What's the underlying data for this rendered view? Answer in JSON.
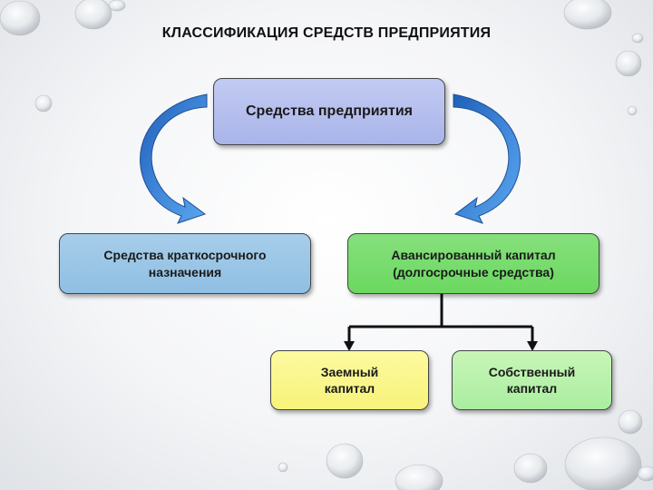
{
  "title": "КЛАССИФИКАЦИЯ СРЕДСТВ ПРЕДПРИЯТИЯ",
  "nodes": {
    "root": {
      "label": "Средства  предприятия",
      "color": "#b3bdee"
    },
    "short_term": {
      "line1": "Средства краткосрочного",
      "line2": "назначения",
      "color": "#9cc6e7"
    },
    "advanced_capital": {
      "line1": "Авансированный капитал",
      "line2": "(долгосрочные средства)",
      "color": "#79dc6e"
    },
    "borrowed": {
      "line1": "Заемный",
      "line2": "капитал",
      "color": "#faf68c"
    },
    "own": {
      "line1": "Собственный",
      "line2": "капитал",
      "color": "#b8f1ab"
    }
  },
  "colors": {
    "arrow": "#3f86d8",
    "connector": "#111111"
  }
}
